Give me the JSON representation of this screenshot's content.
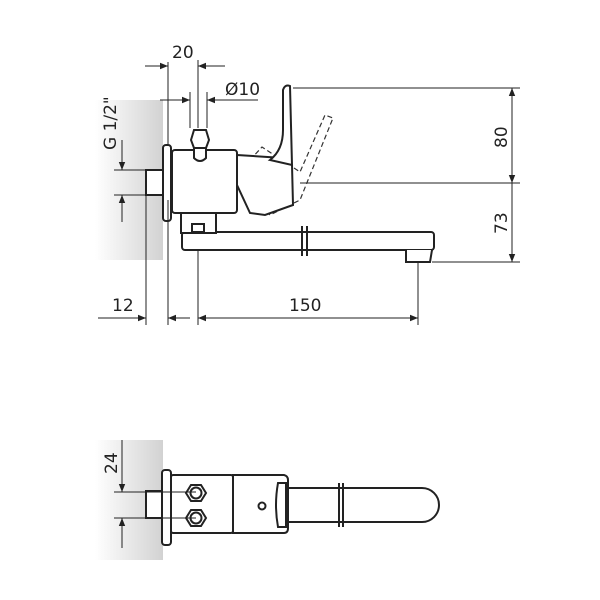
{
  "drawing": {
    "side_view": {
      "dim_top_width": "20",
      "dim_diameter": "Ø10",
      "dim_thread": "G 1/2\"",
      "dim_height_upper": "80",
      "dim_height_lower": "73",
      "dim_wall_offset": "12",
      "dim_spout_length": "150"
    },
    "top_view": {
      "dim_inlet_spacing": "24"
    }
  }
}
